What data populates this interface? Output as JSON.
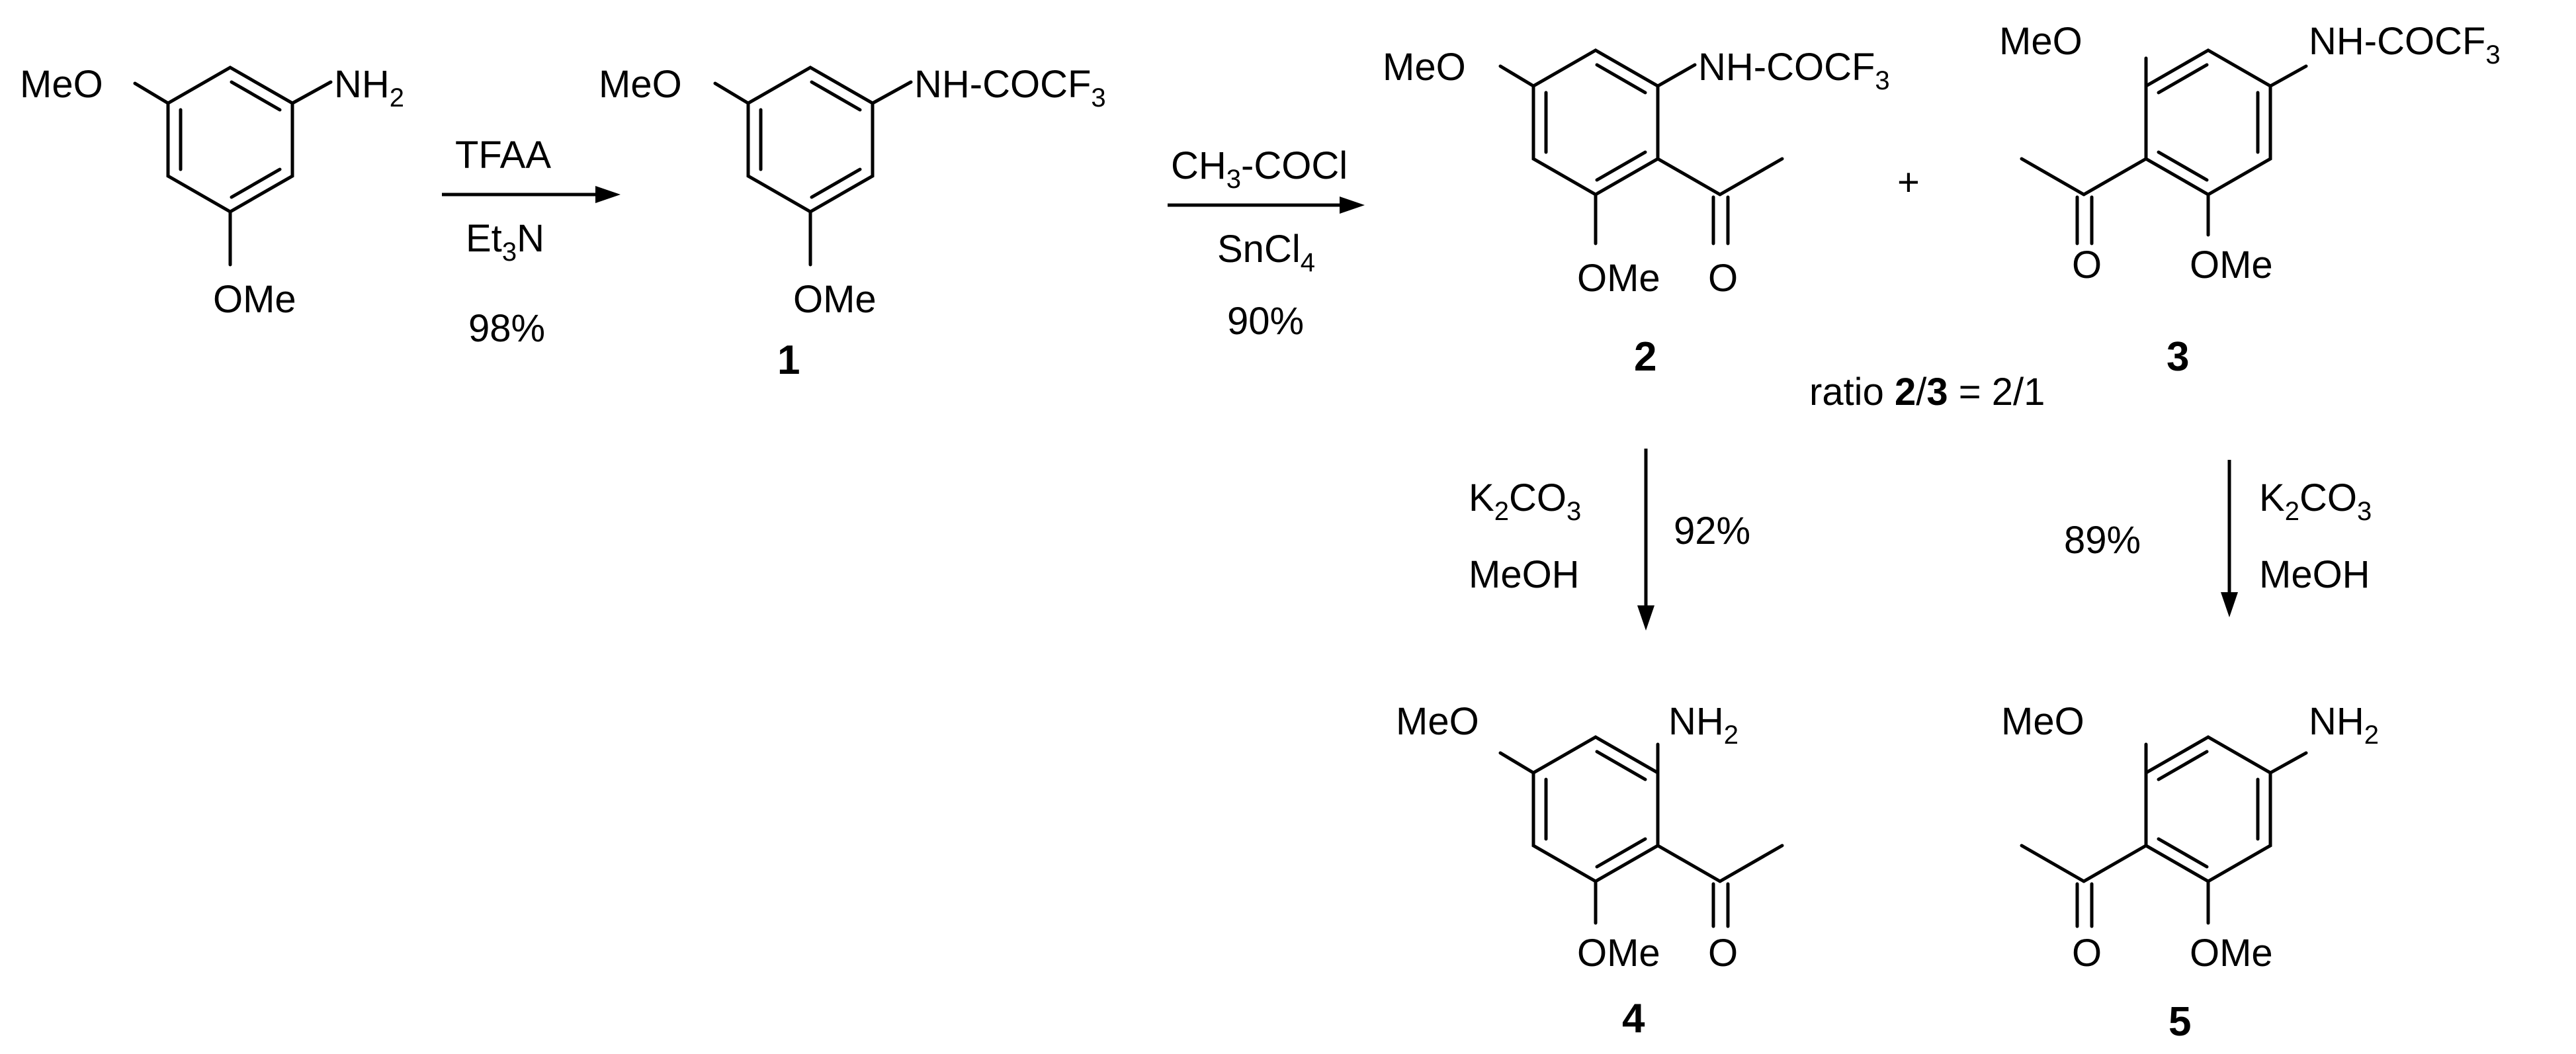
{
  "scheme": {
    "sm": {
      "ome_top": "MeO",
      "nh2": "NH",
      "sub2": "2",
      "ome_bottom": "OMe"
    },
    "cpd1": {
      "ome_top": "MeO",
      "amide": "NH-COCF",
      "sub3": "3",
      "ome_bottom": "OMe",
      "number": "1"
    },
    "arrow1": {
      "reagent1": "TFAA",
      "reagent2_a": "Et",
      "reagent2_sub": "3",
      "reagent2_b": "N",
      "yield": "98%"
    },
    "arrow2": {
      "reagent1_a": "CH",
      "reagent1_sub": "3",
      "reagent1_b": "-COCl",
      "reagent2_a": "SnCl",
      "reagent2_sub": "4",
      "yield": "90%"
    },
    "cpd2": {
      "ome_top": "MeO",
      "amide": "NH-COCF",
      "sub3": "3",
      "ome_bottom": "OMe",
      "carbonyl_o": "O",
      "number": "2"
    },
    "plus": "+",
    "cpd3": {
      "ome_top": "MeO",
      "amide": "NH-COCF",
      "sub3": "3",
      "ome_bottom": "OMe",
      "carbonyl_o": "O",
      "number": "3"
    },
    "ratio": {
      "prefix": "ratio ",
      "a": "2",
      "slash": "/",
      "b": "3",
      "suffix": " = 2/1"
    },
    "arrow3": {
      "reagent1_a": "K",
      "reagent1_sub1": "2",
      "reagent1_b": "CO",
      "reagent1_sub2": "3",
      "reagent2": "MeOH",
      "yield": "92%"
    },
    "arrow4": {
      "reagent1_a": "K",
      "reagent1_sub1": "2",
      "reagent1_b": "CO",
      "reagent1_sub2": "3",
      "reagent2": "MeOH",
      "yield": "89%"
    },
    "cpd4": {
      "ome_top": "MeO",
      "nh2": "NH",
      "sub2": "2",
      "ome_bottom": "OMe",
      "carbonyl_o": "O",
      "number": "4"
    },
    "cpd5": {
      "ome_top": "MeO",
      "nh2": "NH",
      "sub2": "2",
      "ome_bottom": "OMe",
      "carbonyl_o": "O",
      "number": "5"
    }
  }
}
